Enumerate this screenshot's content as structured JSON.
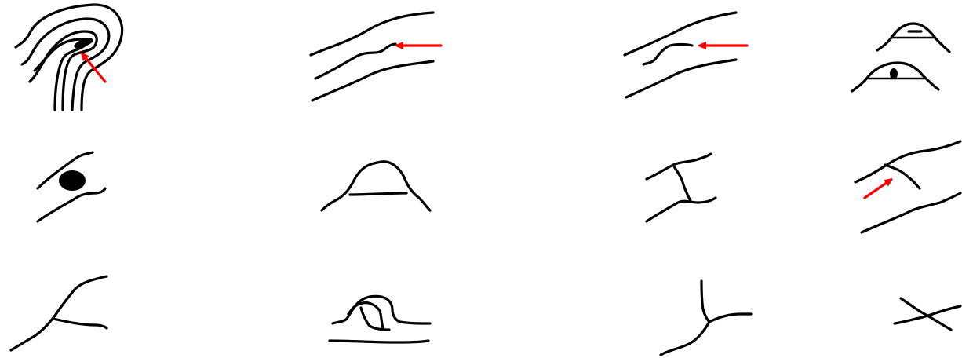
{
  "diagram": {
    "background_color": "#ffffff",
    "line_color": "#000000",
    "arrow_color": "#ff0000",
    "panels": [
      {
        "id": "hairpin-fold",
        "has_arrow": true
      },
      {
        "id": "parallel-bump",
        "has_arrow": true
      },
      {
        "id": "parallel-kink",
        "has_arrow": true
      },
      {
        "id": "mounds-with-inclusions",
        "has_arrow": false
      },
      {
        "id": "channel-with-blob",
        "has_arrow": false
      },
      {
        "id": "single-mound",
        "has_arrow": false
      },
      {
        "id": "bridge-connection",
        "has_arrow": false
      },
      {
        "id": "crossing-connection",
        "has_arrow": true
      },
      {
        "id": "branching-curve",
        "has_arrow": false
      },
      {
        "id": "loop-over-baseline",
        "has_arrow": false
      },
      {
        "id": "y-junction",
        "has_arrow": false
      },
      {
        "id": "x-crossing",
        "has_arrow": false
      }
    ]
  }
}
